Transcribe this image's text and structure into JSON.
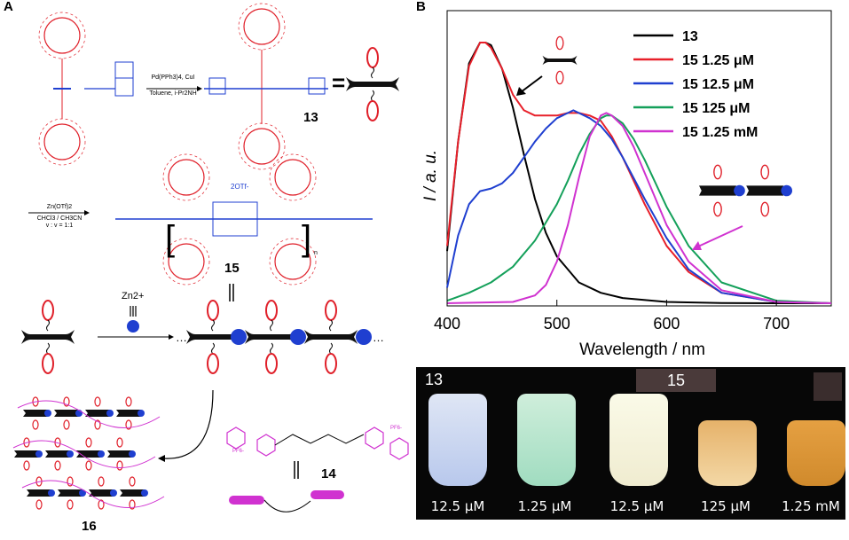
{
  "panel_a": {
    "label": "A",
    "step1_reagents_top": "Pd(PPh3)4, CuI",
    "step1_reagents_bottom": "Toluene, i-Pr2NH",
    "compound13": "13",
    "step2_reagents": [
      "Zn(OTf)2",
      "CHCl3 / CH3CN",
      "v : v = 1:1"
    ],
    "counterion": "2OTf-",
    "repeat_n": "n",
    "compound15": "15",
    "zn_label": "Zn2+",
    "compound14": "14",
    "compound16": "16",
    "pf6_1": "PF6-",
    "pf6_2": "PF6-",
    "eq": "="
  },
  "panel_b": {
    "label": "B",
    "chart_data": {
      "type": "line",
      "xlabel": "Wavelength / nm",
      "ylabel": "I / a. u.",
      "xlim": [
        400,
        750
      ],
      "xticks": [
        "400",
        "500",
        "600",
        "700"
      ],
      "legend_position": "top-right",
      "series": [
        {
          "name": "13",
          "color": "#000000",
          "x": [
            400,
            410,
            420,
            430,
            435,
            440,
            450,
            460,
            470,
            480,
            490,
            500,
            520,
            540,
            560,
            600,
            650,
            700,
            750
          ],
          "y": [
            0.2,
            0.62,
            0.92,
            1.0,
            1.0,
            0.99,
            0.9,
            0.75,
            0.57,
            0.4,
            0.27,
            0.18,
            0.08,
            0.04,
            0.02,
            0.005,
            0.001,
            0,
            0
          ]
        },
        {
          "name": "15 1.25 μM",
          "color": "#e8202a",
          "x": [
            400,
            410,
            420,
            430,
            435,
            440,
            450,
            460,
            470,
            480,
            490,
            500,
            510,
            520,
            530,
            540,
            550,
            560,
            580,
            600,
            620,
            650,
            700,
            750
          ],
          "y": [
            0.22,
            0.62,
            0.91,
            1.0,
            1.0,
            0.98,
            0.9,
            0.8,
            0.74,
            0.72,
            0.72,
            0.72,
            0.73,
            0.73,
            0.72,
            0.7,
            0.64,
            0.56,
            0.38,
            0.22,
            0.12,
            0.04,
            0.005,
            0
          ]
        },
        {
          "name": "15 12.5 μM",
          "color": "#1f3fd0",
          "x": [
            400,
            410,
            420,
            430,
            440,
            450,
            460,
            470,
            480,
            490,
            500,
            510,
            515,
            520,
            530,
            540,
            550,
            560,
            580,
            600,
            620,
            650,
            700,
            750
          ],
          "y": [
            0.06,
            0.26,
            0.38,
            0.43,
            0.44,
            0.46,
            0.5,
            0.56,
            0.62,
            0.67,
            0.71,
            0.73,
            0.74,
            0.73,
            0.71,
            0.68,
            0.63,
            0.56,
            0.4,
            0.25,
            0.13,
            0.04,
            0.005,
            0
          ]
        },
        {
          "name": "15 125  μM",
          "color": "#14a05a",
          "x": [
            400,
            420,
            440,
            460,
            480,
            500,
            510,
            520,
            530,
            540,
            545,
            550,
            560,
            570,
            580,
            600,
            620,
            650,
            700,
            750
          ],
          "y": [
            0.01,
            0.04,
            0.08,
            0.14,
            0.24,
            0.38,
            0.47,
            0.57,
            0.65,
            0.71,
            0.72,
            0.72,
            0.69,
            0.63,
            0.55,
            0.37,
            0.22,
            0.08,
            0.01,
            0
          ]
        },
        {
          "name": "15 1.25 mM",
          "color": "#d032d0",
          "x": [
            400,
            460,
            480,
            490,
            500,
            510,
            520,
            530,
            540,
            545,
            550,
            560,
            570,
            580,
            600,
            620,
            650,
            700,
            750
          ],
          "y": [
            0,
            0.005,
            0.03,
            0.07,
            0.16,
            0.3,
            0.48,
            0.64,
            0.72,
            0.73,
            0.72,
            0.68,
            0.6,
            0.5,
            0.3,
            0.16,
            0.05,
            0.005,
            0
          ]
        }
      ]
    },
    "photo": {
      "label_13": "13",
      "label_15": "15",
      "vials": [
        "12.5 μM",
        "1.25 μM",
        "12.5 μM",
        "125 μM",
        "1.25 mM"
      ]
    }
  }
}
